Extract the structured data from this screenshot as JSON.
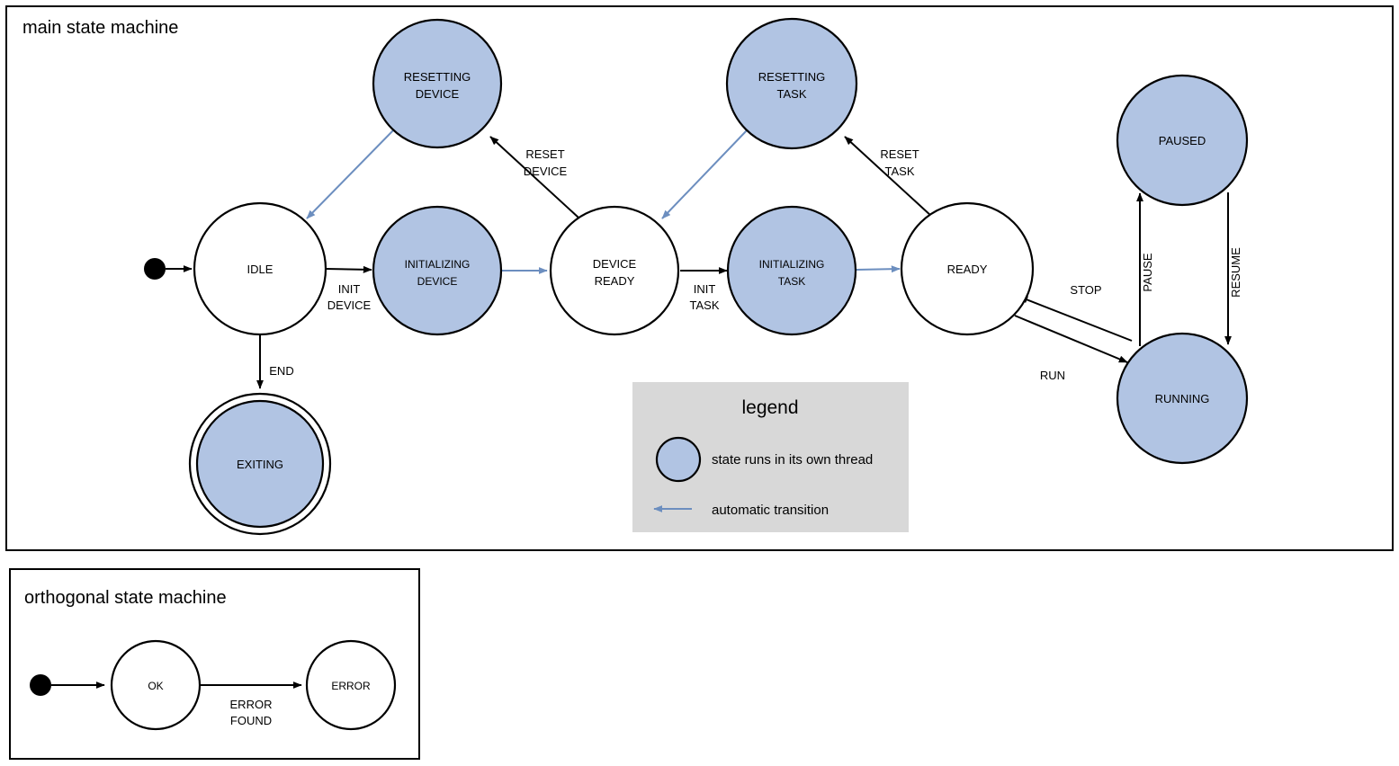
{
  "main": {
    "title": "main state machine",
    "states": [
      {
        "id": "idle",
        "label_line1": "IDLE",
        "label_line2": "",
        "kind": "plain"
      },
      {
        "id": "resdev",
        "label_line1": "RESETTING",
        "label_line2": "DEVICE",
        "kind": "thread"
      },
      {
        "id": "initdev",
        "label_line1": "INITIALIZING",
        "label_line2": "DEVICE",
        "kind": "thread"
      },
      {
        "id": "devready",
        "label_line1": "DEVICE",
        "label_line2": "READY",
        "kind": "plain"
      },
      {
        "id": "restask",
        "label_line1": "RESETTING",
        "label_line2": "TASK",
        "kind": "thread"
      },
      {
        "id": "inittask",
        "label_line1": "INITIALIZING",
        "label_line2": "TASK",
        "kind": "thread"
      },
      {
        "id": "ready",
        "label_line1": "READY",
        "label_line2": "",
        "kind": "plain"
      },
      {
        "id": "paused",
        "label_line1": "PAUSED",
        "label_line2": "",
        "kind": "thread"
      },
      {
        "id": "running",
        "label_line1": "RUNNING",
        "label_line2": "",
        "kind": "thread"
      },
      {
        "id": "exiting",
        "label_line1": "EXITING",
        "label_line2": "",
        "kind": "final"
      }
    ],
    "transitions": [
      {
        "id": "init-device",
        "from": "idle",
        "to": "initdev",
        "label_line1": "INIT",
        "label_line2": "DEVICE",
        "auto": false
      },
      {
        "id": "auto-devready",
        "from": "initdev",
        "to": "devready",
        "label_line1": "",
        "label_line2": "",
        "auto": true
      },
      {
        "id": "reset-device",
        "from": "devready",
        "to": "resdev",
        "label_line1": "RESET",
        "label_line2": "DEVICE",
        "auto": false
      },
      {
        "id": "auto-idle",
        "from": "resdev",
        "to": "idle",
        "label_line1": "",
        "label_line2": "",
        "auto": true
      },
      {
        "id": "init-task",
        "from": "devready",
        "to": "inittask",
        "label_line1": "INIT",
        "label_line2": "TASK",
        "auto": false
      },
      {
        "id": "auto-ready",
        "from": "inittask",
        "to": "ready",
        "label_line1": "",
        "label_line2": "",
        "auto": true
      },
      {
        "id": "reset-task",
        "from": "ready",
        "to": "restask",
        "label_line1": "RESET",
        "label_line2": "TASK",
        "auto": false
      },
      {
        "id": "auto-devready2",
        "from": "restask",
        "to": "devready",
        "label_line1": "",
        "label_line2": "",
        "auto": true
      },
      {
        "id": "run",
        "from": "ready",
        "to": "running",
        "label_line1": "RUN",
        "label_line2": "",
        "auto": false
      },
      {
        "id": "stop",
        "from": "running",
        "to": "ready",
        "label_line1": "STOP",
        "label_line2": "",
        "auto": false
      },
      {
        "id": "pause",
        "from": "running",
        "to": "paused",
        "label_line1": "PAUSE",
        "label_line2": "",
        "auto": false
      },
      {
        "id": "resume",
        "from": "paused",
        "to": "running",
        "label_line1": "RESUME",
        "label_line2": "",
        "auto": false
      },
      {
        "id": "end",
        "from": "idle",
        "to": "exiting",
        "label_line1": "END",
        "label_line2": "",
        "auto": false
      }
    ]
  },
  "legend": {
    "title": "legend",
    "thread_text": "state runs in its own thread",
    "auto_text": "automatic transition"
  },
  "orthogonal": {
    "title": "orthogonal state machine",
    "states": [
      {
        "id": "ok",
        "label": "OK"
      },
      {
        "id": "error",
        "label": "ERROR"
      }
    ],
    "transitions": [
      {
        "id": "error-found",
        "from": "ok",
        "to": "error",
        "label_line1": "ERROR",
        "label_line2": "FOUND"
      }
    ]
  },
  "colors": {
    "thread_fill": "#b1c4e3",
    "auto_arrow": "#6c8ebf",
    "legend_bg": "#d8d8d8",
    "stroke": "#000000",
    "page_bg": "#ffffff"
  }
}
